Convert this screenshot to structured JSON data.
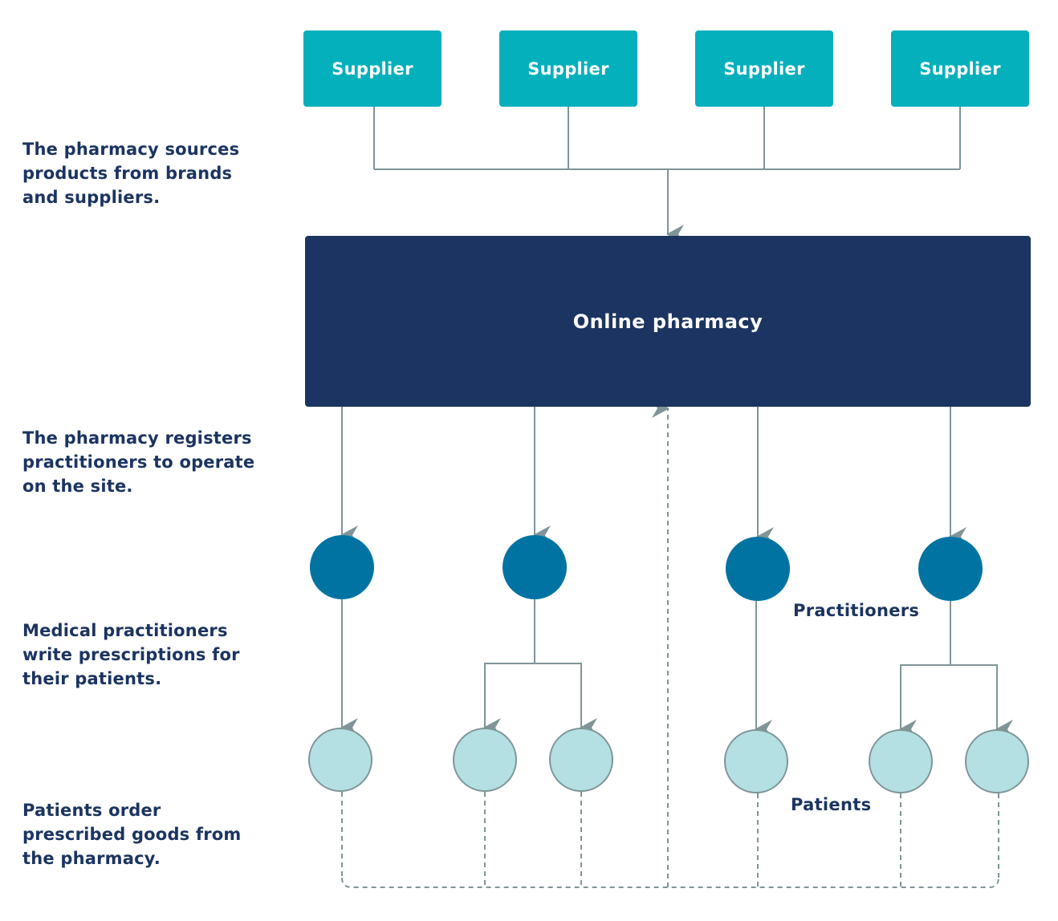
{
  "notes": {
    "sourcing": "The pharmacy sources\nproducts from brands\nand suppliers.",
    "registration": "The pharmacy registers\npractitioners to operate\non the site.",
    "prescriptions": "Medical practitioners\nwrite prescriptions for\ntheir patients.",
    "ordering": "Patients order\nprescribed goods from\nthe pharmacy."
  },
  "suppliers": [
    "Supplier",
    "Supplier",
    "Supplier",
    "Supplier"
  ],
  "pharmacy": {
    "label": "Online pharmacy"
  },
  "labels": {
    "practitioners": "Practitioners",
    "patients": "Patients"
  },
  "colors": {
    "supplier": "#03b0bb",
    "pharmacy": "#1b3461",
    "practitioner": "#0073a3",
    "patient": "#b4e0e3",
    "connector": "#7f9598",
    "text": "#1b3461"
  }
}
